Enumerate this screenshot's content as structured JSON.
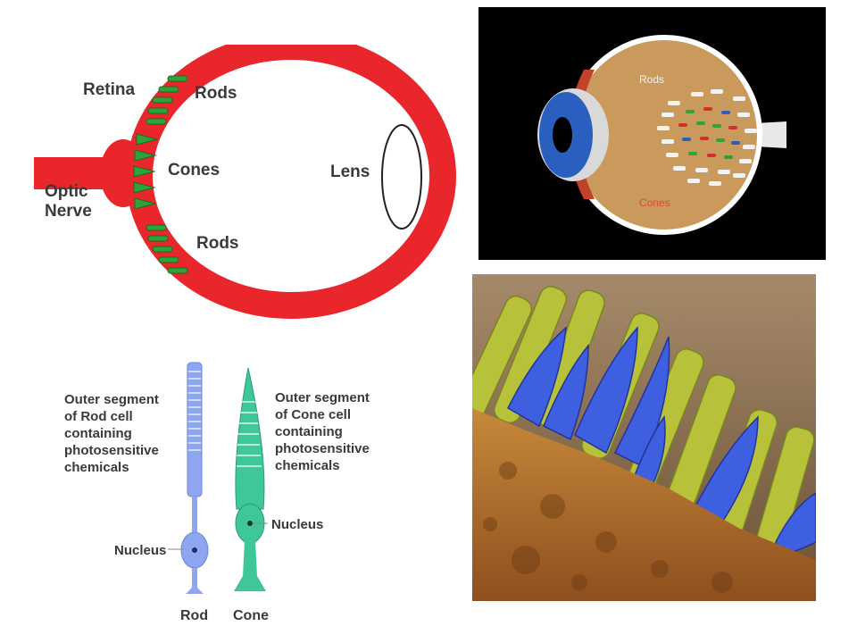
{
  "eye_diagram": {
    "labels": {
      "retina": "Retina",
      "rods_top": "Rods",
      "cones": "Cones",
      "rods_bottom": "Rods",
      "lens": "Lens",
      "optic_nerve_line1": "Optic",
      "optic_nerve_line2": "Nerve"
    },
    "colors": {
      "retina_red": "#e8262b",
      "lens_blue": "#5aa6dc",
      "photoreceptor_green": "#2ea33a"
    }
  },
  "eye_photo": {
    "labels": {
      "rods": "Rods",
      "cones": "Cones"
    },
    "colors": {
      "background": "#000000",
      "eyeball": "#c99a5b",
      "iris": "#2a5fbf"
    }
  },
  "cells_diagram": {
    "labels": {
      "rod_outer_segment": [
        "Outer segment",
        "of Rod cell",
        "containing",
        "photosensitive",
        "chemicals"
      ],
      "cone_outer_segment": [
        "Outer segment",
        "of Cone cell",
        "containing",
        "photosensitive",
        "chemicals"
      ],
      "nucleus_rod": "Nucleus",
      "nucleus_cone": "Nucleus",
      "rod": "Rod",
      "cone": "Cone"
    },
    "colors": {
      "rod": "#8ea6f2",
      "cone": "#3fc79a"
    }
  },
  "sem_image": {
    "colors": {
      "rods_yellow_green": "#b7c23a",
      "cones_blue": "#3d5fe0",
      "tissue_brown": "#b5732c"
    }
  }
}
